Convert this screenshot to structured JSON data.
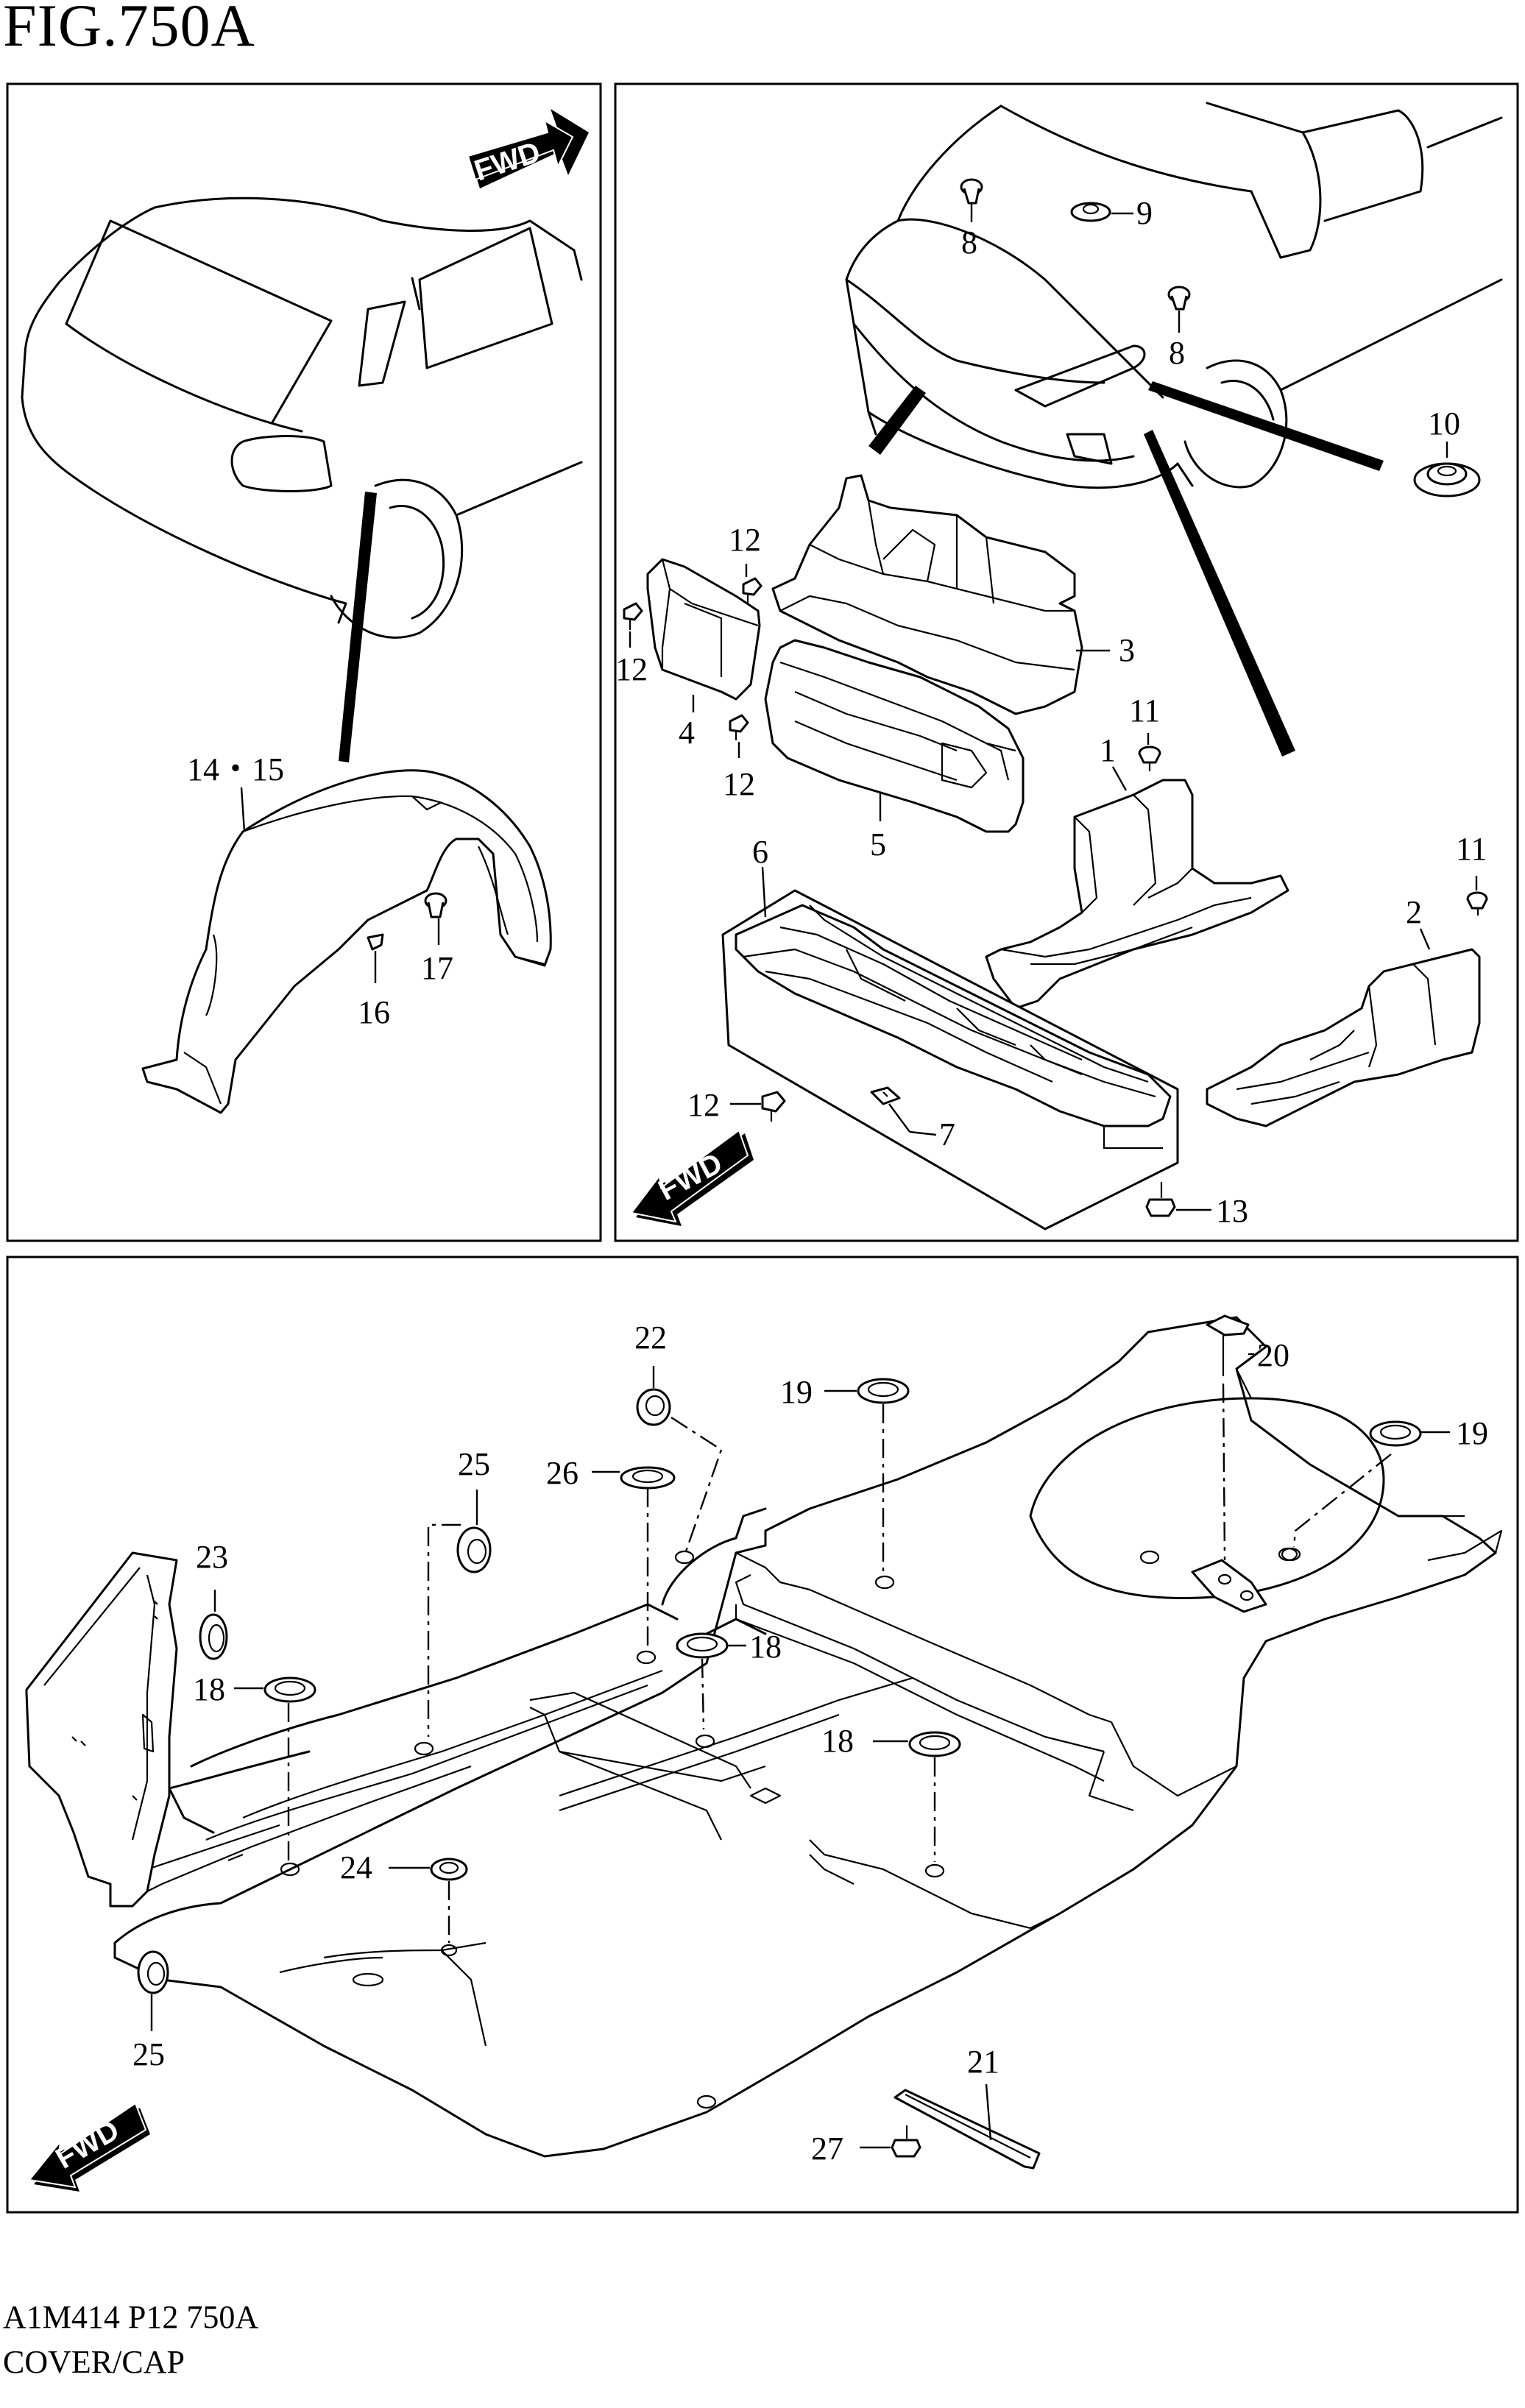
{
  "figure": {
    "title": "FIG.750A",
    "code": "A1M414 P12 750A",
    "name": "COVER/CAP"
  },
  "fwd_label": "FWD",
  "callouts": {
    "c1": "1",
    "c2": "2",
    "c3": "3",
    "c4": "4",
    "c5": "5",
    "c6": "6",
    "c7": "7",
    "c8a": "8",
    "c8b": "8",
    "c9": "9",
    "c10": "10",
    "c11a": "11",
    "c11b": "11",
    "c12a": "12",
    "c12b": "12",
    "c12c": "12",
    "c12d": "12",
    "c13": "13",
    "c14_15": "14・15",
    "c16": "16",
    "c17": "17",
    "c18a": "18",
    "c18b": "18",
    "c18c": "18",
    "c19a": "19",
    "c19b": "19",
    "c20": "20",
    "c21": "21",
    "c22": "22",
    "c23": "23",
    "c24": "24",
    "c25a": "25",
    "c25b": "25",
    "c26": "26",
    "c27": "27"
  },
  "colors": {
    "line": "#000000",
    "background": "#ffffff"
  }
}
